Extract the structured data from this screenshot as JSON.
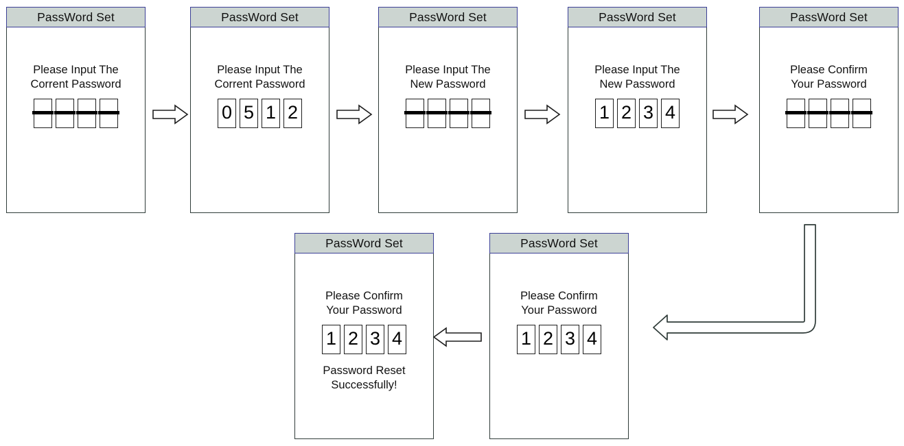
{
  "diagram": {
    "title": "Password Set flow",
    "colors": {
      "titlebar_fill": "#ccd5d1",
      "titlebar_border": "#3b3f96",
      "panel_border": "#2f3b38",
      "text": "#111111",
      "arrow_stroke": "#2f3b38"
    }
  },
  "screens": [
    {
      "id": "screen-1",
      "titlebar": "PassWord Set",
      "prompt": "Please  Input The\nCorrent Password",
      "digits": [
        "-",
        "-",
        "-",
        "-"
      ],
      "status": ""
    },
    {
      "id": "screen-2",
      "titlebar": "PassWord Set",
      "prompt": "Please  Input The\nCorrent Password",
      "digits": [
        "0",
        "5",
        "1",
        "2"
      ],
      "status": ""
    },
    {
      "id": "screen-3",
      "titlebar": "PassWord Set",
      "prompt": "Please  Input The\nNew Password",
      "digits": [
        "-",
        "-",
        "-",
        "-"
      ],
      "status": ""
    },
    {
      "id": "screen-4",
      "titlebar": "PassWord Set",
      "prompt": "Please  Input The\nNew Password",
      "digits": [
        "1",
        "2",
        "3",
        "4"
      ],
      "status": ""
    },
    {
      "id": "screen-5",
      "titlebar": "PassWord Set",
      "prompt": "Please Confirm\nYour  Password",
      "digits": [
        "-",
        "-",
        "-",
        "-"
      ],
      "status": ""
    },
    {
      "id": "screen-6",
      "titlebar": "PassWord Set",
      "prompt": "Please Confirm\nYour  Password",
      "digits": [
        "1",
        "2",
        "3",
        "4"
      ],
      "status": ""
    },
    {
      "id": "screen-7",
      "titlebar": "PassWord Set",
      "prompt": "Please Confirm\nYour  Password",
      "digits": [
        "1",
        "2",
        "3",
        "4"
      ],
      "status": "Password Reset\nSuccessfully!"
    }
  ],
  "connectors": [
    {
      "id": "arrow-1-2",
      "direction": "right"
    },
    {
      "id": "arrow-2-3",
      "direction": "right"
    },
    {
      "id": "arrow-3-4",
      "direction": "right"
    },
    {
      "id": "arrow-4-5",
      "direction": "right"
    },
    {
      "id": "arrow-5-6",
      "direction": "elbow-down-left"
    },
    {
      "id": "arrow-6-7",
      "direction": "left"
    }
  ]
}
